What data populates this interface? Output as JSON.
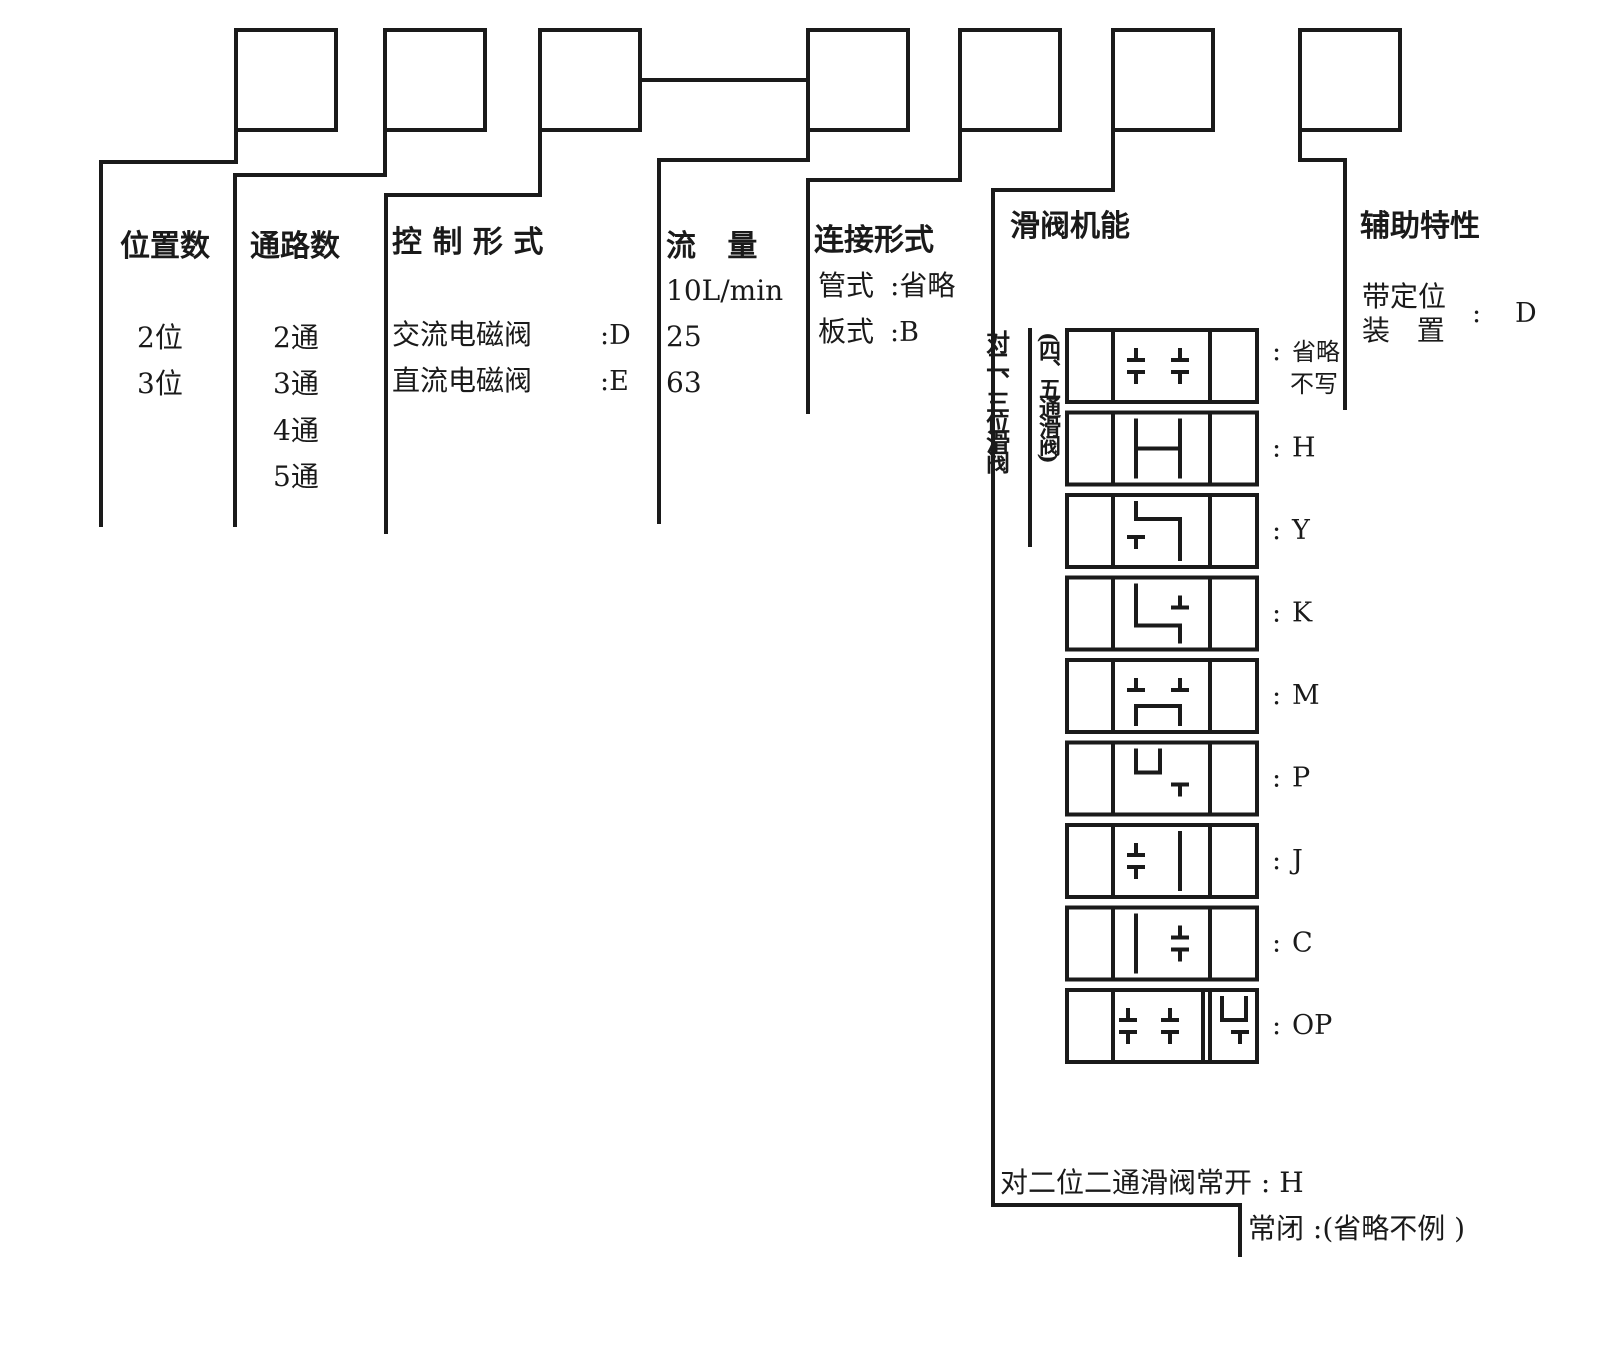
{
  "columns": {
    "positions": {
      "title": "位置数",
      "items": [
        "2位",
        "3位"
      ]
    },
    "ways": {
      "title": "通路数",
      "items": [
        "2通",
        "3通",
        "4通",
        "5通"
      ]
    },
    "control": {
      "title": "控 制 形 式",
      "items": [
        {
          "label": "交流电磁阀",
          "code": ":D"
        },
        {
          "label": "直流电磁阀",
          "code": ":E"
        }
      ]
    },
    "flow": {
      "title": "流   量",
      "unit": "10L/min",
      "items": [
        "25",
        "63"
      ]
    },
    "connection": {
      "title": "连接形式",
      "items": [
        {
          "label": "管式",
          "code": ":省略"
        },
        {
          "label": "板式",
          "code": ":B"
        }
      ]
    },
    "spool": {
      "title": "滑阀机能",
      "side_label_1": "对二、三位滑阀",
      "side_label_2": "(四、五通滑阀)",
      "functions": [
        {
          "code": "省略",
          "code_line2": "不写",
          "symbol": "spool-default"
        },
        {
          "code": "H",
          "symbol": "spool-H"
        },
        {
          "code": "Y",
          "symbol": "spool-Y"
        },
        {
          "code": "K",
          "symbol": "spool-K"
        },
        {
          "code": "M",
          "symbol": "spool-M"
        },
        {
          "code": "P",
          "symbol": "spool-P"
        },
        {
          "code": "J",
          "symbol": "spool-J"
        },
        {
          "code": "C",
          "symbol": "spool-C"
        },
        {
          "code": "OP",
          "symbol": "spool-OP"
        }
      ],
      "note_open": "对二位二通滑阀常开 : H",
      "note_closed": "常闭 :(省略不例 )"
    },
    "auxiliary": {
      "title": "辅助特性",
      "item_line1": "带定位",
      "item_line2": "装   置",
      "code": "D"
    }
  },
  "colors": {
    "ink": "#1a1a1a",
    "background": "#ffffff"
  }
}
